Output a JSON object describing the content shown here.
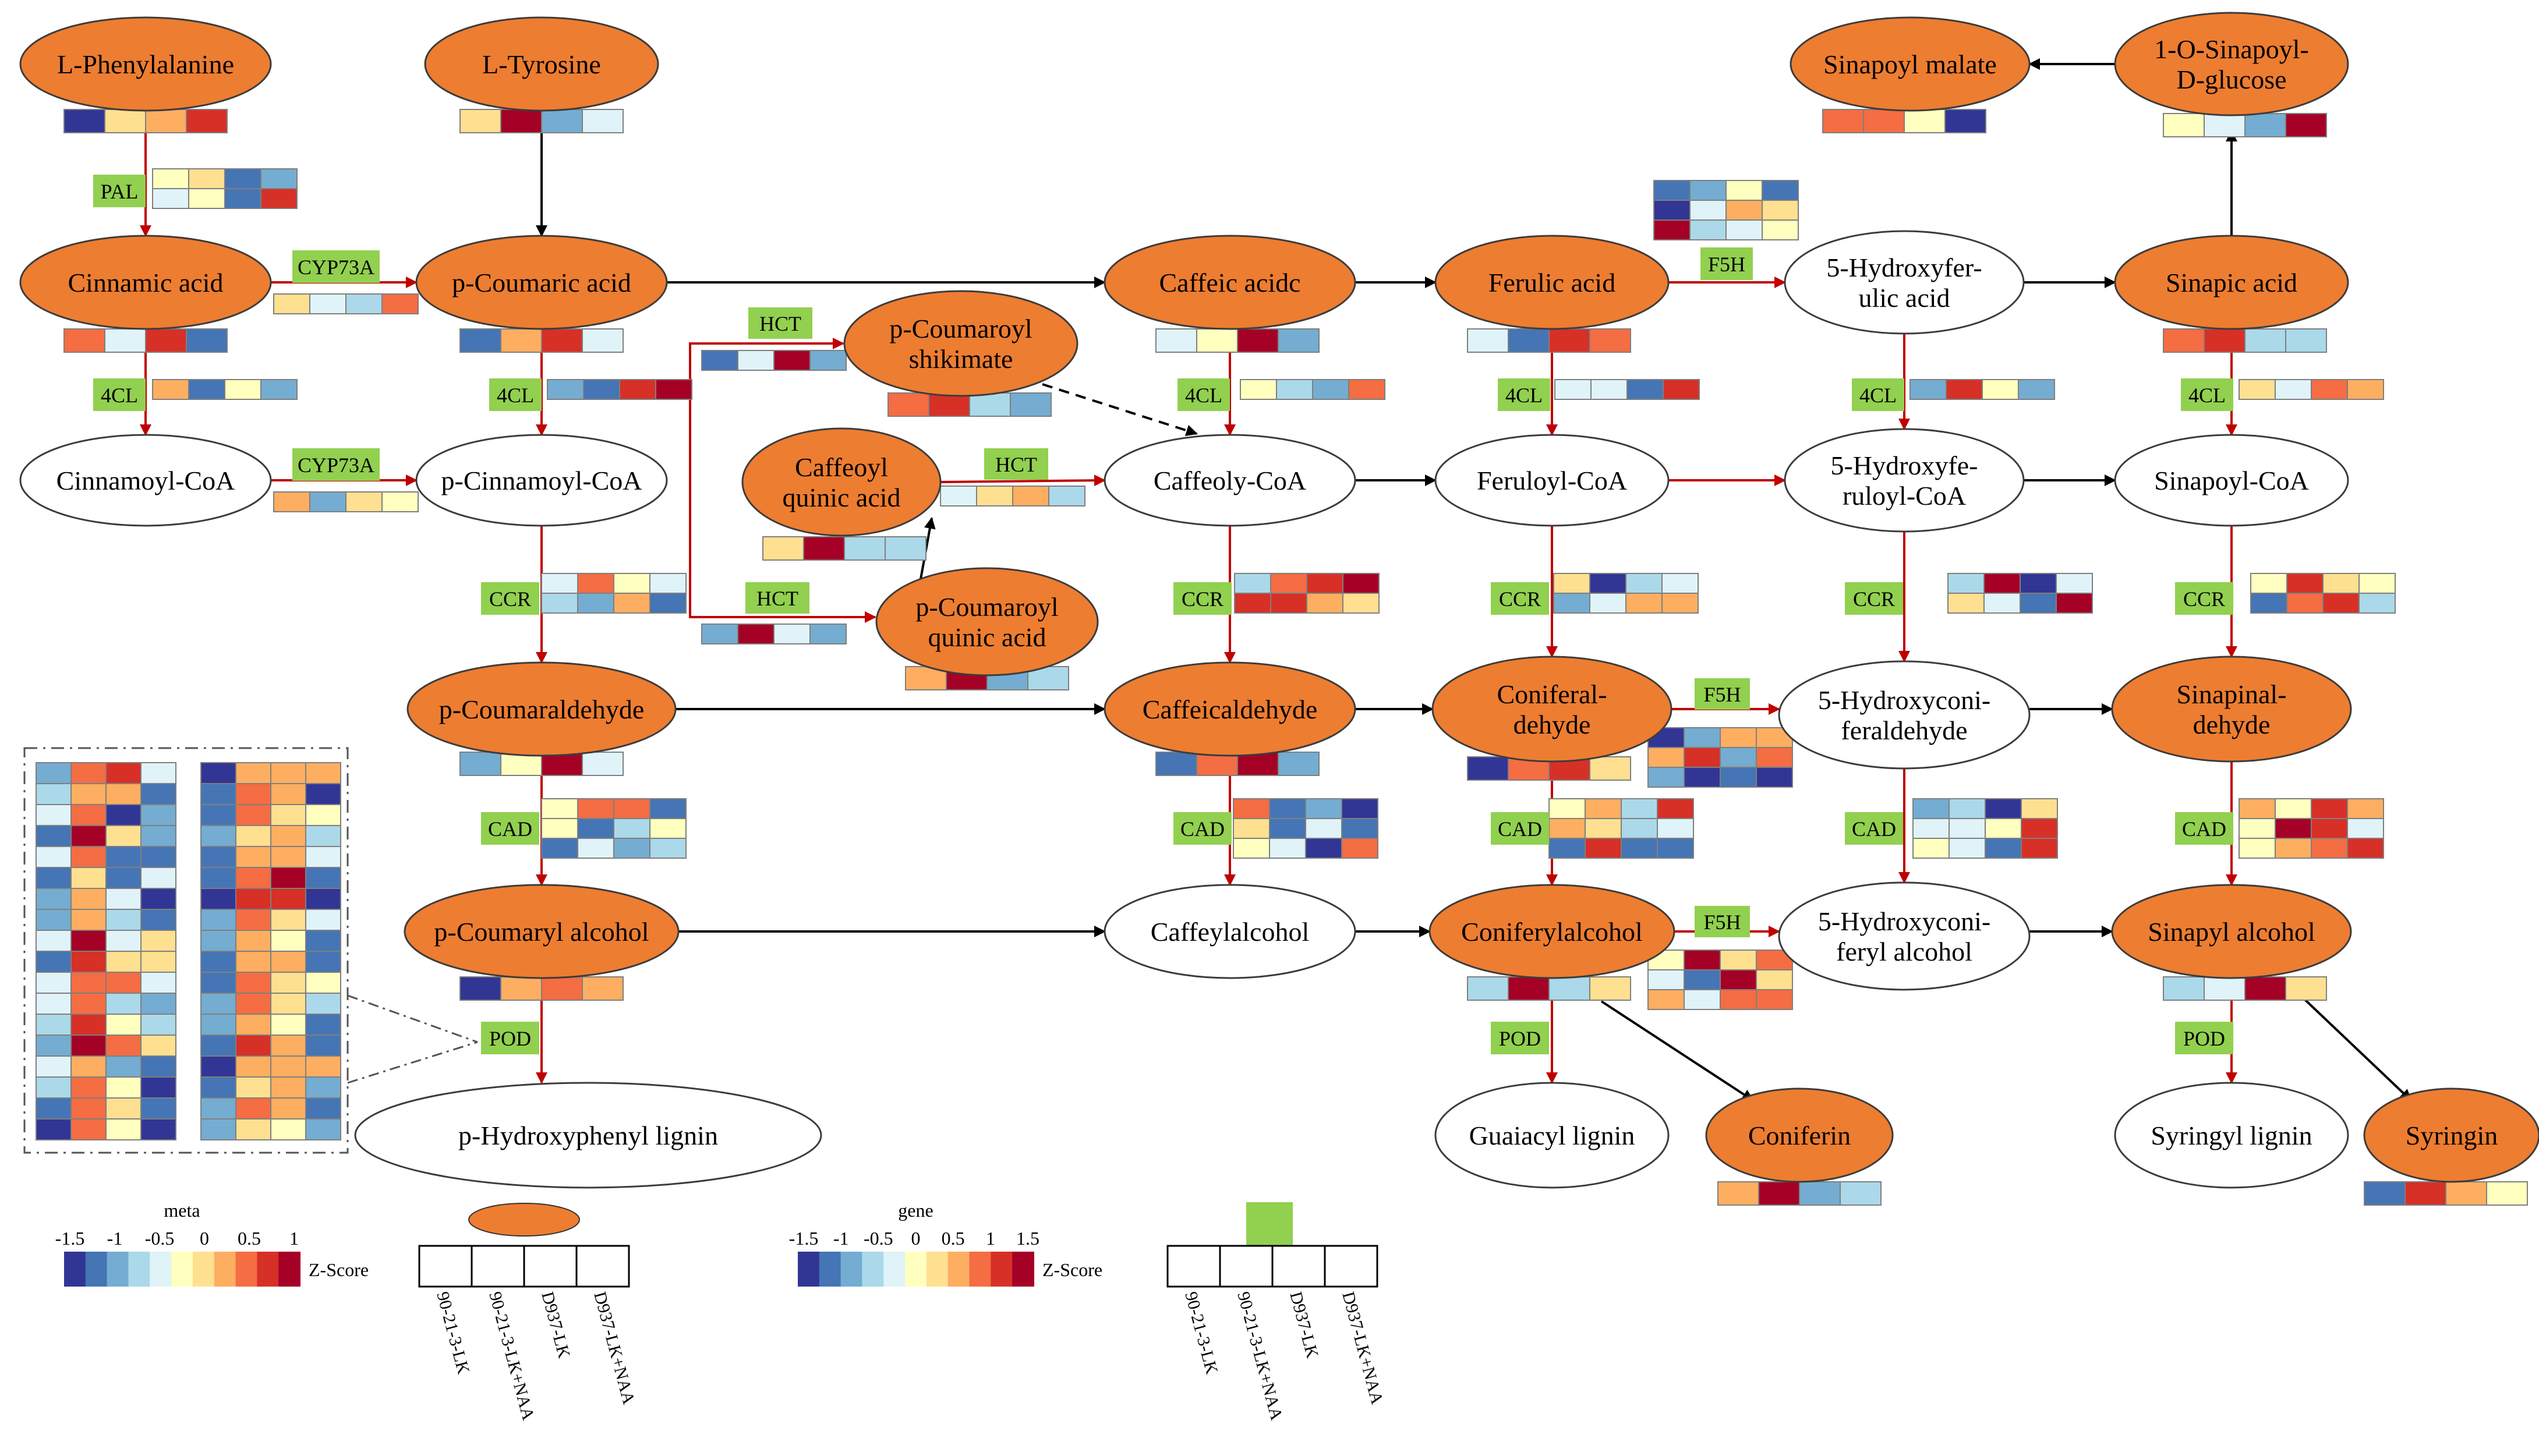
{
  "colors": {
    "metabolite_fill": "#ED7D31",
    "enzyme_fill": "#92D050",
    "arrow_red": "#C00000",
    "arrow_black": "#000000",
    "z_scale": [
      "#313695",
      "#4575B4",
      "#74ADD1",
      "#ABD9E9",
      "#E0F3F8",
      "#FFFFBF",
      "#FEE090",
      "#FDAE61",
      "#F46D43",
      "#D73027",
      "#A50026"
    ]
  },
  "nodes": [
    {
      "id": "phe",
      "label": [
        "L-Phenylalanine"
      ],
      "filled": true,
      "heat": [
        0.0,
        0.6,
        0.7,
        0.85
      ]
    },
    {
      "id": "tyr",
      "label": [
        "L-Tyrosine"
      ],
      "filled": true,
      "heat": [
        0.55,
        0.95,
        0.15,
        0.4
      ]
    },
    {
      "id": "cin",
      "label": [
        "Cinnamic acid"
      ],
      "filled": true,
      "heat": [
        0.8,
        0.35,
        0.85,
        0.1
      ]
    },
    {
      "id": "pcou",
      "label": [
        "p-Coumaric acid"
      ],
      "filled": true,
      "heat": [
        0.1,
        0.7,
        0.9,
        0.4
      ]
    },
    {
      "id": "caf",
      "label": [
        "Caffeic acidc"
      ],
      "filled": true,
      "heat": [
        0.4,
        0.5,
        1.0,
        0.2
      ]
    },
    {
      "id": "fer",
      "label": [
        "Ferulic acid"
      ],
      "filled": true,
      "heat": [
        0.4,
        0.1,
        0.9,
        0.8
      ]
    },
    {
      "id": "hfer",
      "label": [
        "5-Hydroxyfer-",
        "ulic acid"
      ],
      "filled": false
    },
    {
      "id": "sinac",
      "label": [
        "Sinapic acid"
      ],
      "filled": true,
      "heat": [
        0.8,
        0.9,
        0.3,
        0.3
      ]
    },
    {
      "id": "sinmal",
      "label": [
        "Sinapoyl malate"
      ],
      "filled": true,
      "heat": [
        0.8,
        0.75,
        0.5,
        0.0
      ]
    },
    {
      "id": "singlc",
      "label": [
        "1-O-Sinapoyl-",
        "D-glucose"
      ],
      "filled": true,
      "heat": [
        0.5,
        0.35,
        0.15,
        1.0
      ]
    },
    {
      "id": "cincoa",
      "label": [
        "Cinnamoyl-CoA"
      ],
      "filled": false
    },
    {
      "id": "pcincoa",
      "label": [
        "p-Cinnamoyl-CoA"
      ],
      "filled": false
    },
    {
      "id": "pcshik",
      "label": [
        "p-Coumaroyl",
        "shikimate"
      ],
      "filled": true,
      "heat": [
        0.8,
        0.9,
        0.25,
        0.2
      ]
    },
    {
      "id": "cafq",
      "label": [
        "Caffeoyl",
        "quinic acid"
      ],
      "filled": true,
      "heat": [
        0.6,
        1.0,
        0.3,
        0.3
      ]
    },
    {
      "id": "pcq",
      "label": [
        "p-Coumaroyl",
        "quinic acid"
      ],
      "filled": true,
      "heat": [
        0.7,
        0.95,
        0.2,
        0.3
      ]
    },
    {
      "id": "cafcoa",
      "label": [
        "Caffeoly-CoA"
      ],
      "filled": false
    },
    {
      "id": "fercoa",
      "label": [
        "Feruloyl-CoA"
      ],
      "filled": false
    },
    {
      "id": "hfercoa",
      "label": [
        "5-Hydroxyfe-",
        "ruloyl-CoA"
      ],
      "filled": false
    },
    {
      "id": "sincoa",
      "label": [
        "Sinapoyl-CoA"
      ],
      "filled": false
    },
    {
      "id": "pcald",
      "label": [
        "p-Coumaraldehyde"
      ],
      "filled": true,
      "heat": [
        0.2,
        0.5,
        1.0,
        0.35
      ]
    },
    {
      "id": "cafald",
      "label": [
        "Caffeicaldehyde"
      ],
      "filled": true,
      "heat": [
        0.1,
        0.8,
        0.95,
        0.2
      ]
    },
    {
      "id": "conald",
      "label": [
        "Coniferal-",
        "dehyde"
      ],
      "filled": true,
      "heat": [
        0.0,
        0.75,
        0.85,
        0.55
      ]
    },
    {
      "id": "hconald",
      "label": [
        "5-Hydroxyconi-",
        "feraldehyde"
      ],
      "filled": false
    },
    {
      "id": "sinald",
      "label": [
        "Sinapinal-",
        "dehyde"
      ],
      "filled": true,
      "heat": [
        0.2,
        0.45,
        1.0,
        0.45
      ]
    },
    {
      "id": "pcalc",
      "label": [
        "p-Coumaryl alcohol"
      ],
      "filled": true,
      "heat": [
        0.0,
        0.7,
        0.8,
        0.65
      ]
    },
    {
      "id": "cafalc",
      "label": [
        "Caffeylalcohol"
      ],
      "filled": false
    },
    {
      "id": "conalc",
      "label": [
        "Coniferylalcohol"
      ],
      "filled": true,
      "heat": [
        0.3,
        1.0,
        0.3,
        0.55
      ]
    },
    {
      "id": "hconalc",
      "label": [
        "5-Hydroxyconi-",
        "feryl alcohol"
      ],
      "filled": false
    },
    {
      "id": "sinalc",
      "label": [
        "Sinapyl alcohol"
      ],
      "filled": true,
      "heat": [
        0.3,
        0.4,
        1.0,
        0.55
      ]
    },
    {
      "id": "hlig",
      "label": [
        "p-Hydroxyphenyl lignin"
      ],
      "filled": false
    },
    {
      "id": "glig",
      "label": [
        "Guaiacyl lignin"
      ],
      "filled": false
    },
    {
      "id": "conif",
      "label": [
        "Coniferin"
      ],
      "filled": true,
      "heat": [
        0.7,
        1.0,
        0.2,
        0.3
      ]
    },
    {
      "id": "slig",
      "label": [
        "Syringyl lignin"
      ],
      "filled": false
    },
    {
      "id": "syr",
      "label": [
        "Syringin"
      ],
      "filled": true,
      "heat": [
        0.1,
        0.9,
        0.7,
        0.5
      ]
    }
  ],
  "enzymes": [
    {
      "label": "PAL"
    },
    {
      "label": "CYP73A"
    },
    {
      "label": "4CL"
    },
    {
      "label": "CYP73A"
    },
    {
      "label": "4CL"
    },
    {
      "label": "HCT"
    },
    {
      "label": "HCT"
    },
    {
      "label": "HCT"
    },
    {
      "label": "4CL"
    },
    {
      "label": "4CL"
    },
    {
      "label": "4CL"
    },
    {
      "label": "4CL"
    },
    {
      "label": "F5H"
    },
    {
      "label": "CCR"
    },
    {
      "label": "CCR"
    },
    {
      "label": "CCR"
    },
    {
      "label": "CCR"
    },
    {
      "label": "CCR"
    },
    {
      "label": "F5H"
    },
    {
      "label": "CAD"
    },
    {
      "label": "CAD"
    },
    {
      "label": "CAD"
    },
    {
      "label": "CAD"
    },
    {
      "label": "CAD"
    },
    {
      "label": "F5H"
    },
    {
      "label": "POD"
    },
    {
      "label": "POD"
    },
    {
      "label": "POD"
    }
  ],
  "legends": {
    "meta": {
      "title": "meta",
      "ticks": [
        "-1.5",
        "-1",
        "-0.5",
        "0",
        "0.5",
        "1"
      ],
      "label": "Z-Score"
    },
    "gene": {
      "title": "gene",
      "ticks": [
        "-1.5",
        "-1",
        "-0.5",
        "0",
        "0.5",
        "1",
        "1.5"
      ],
      "label": "Z-Score"
    }
  },
  "samples": [
    "90-21-3-LK",
    "90-21-3-LK+NAA",
    "D937-LK",
    "D937-LK+NAA"
  ]
}
